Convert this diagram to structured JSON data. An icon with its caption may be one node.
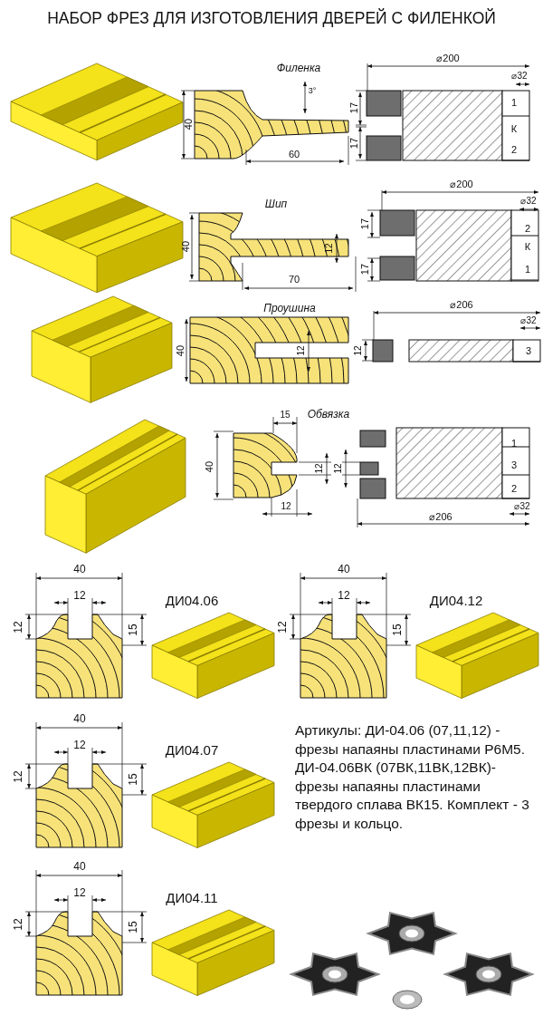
{
  "diagram": {
    "title": "НАБОР ФРЕЗ ДЛЯ ИЗГОТОВЛЕНИЯ ДВЕРЕЙ С ФИЛЕНКОЙ",
    "labels": [
      "Филенка",
      "3°",
      "40",
      "60",
      "⌀200",
      "⌀32",
      "17",
      "17",
      "1",
      "К",
      "2",
      "Шип",
      "40",
      "12",
      "70",
      "⌀200",
      "⌀32",
      "17",
      "17",
      "2",
      "К",
      "1",
      "Проушина",
      "40",
      "12",
      "⌀206",
      "⌀32",
      "12",
      "3",
      "15",
      "Обвязка",
      "40",
      "12",
      "12",
      "12",
      "1",
      "3",
      "2",
      "⌀32",
      "⌀206",
      "40",
      "12",
      "ДИ04.06",
      "12",
      "15",
      "40",
      "12",
      "ДИ04.12",
      "12",
      "15",
      "40",
      "12",
      "ДИ04.07",
      "12",
      "15",
      "Артикулы: ДИ-04.06 (07,11,12) - фрезы напаяны пластинами Р6М5. ДИ-04.06ВК (07ВК,11ВК,12ВК)- фрезы напаяны пластинами твердого сплава ВК15. Комплект - 3 фрезы и кольцо.",
      "40",
      "12",
      "ДИ04.11",
      "12",
      "15"
    ]
  }
}
